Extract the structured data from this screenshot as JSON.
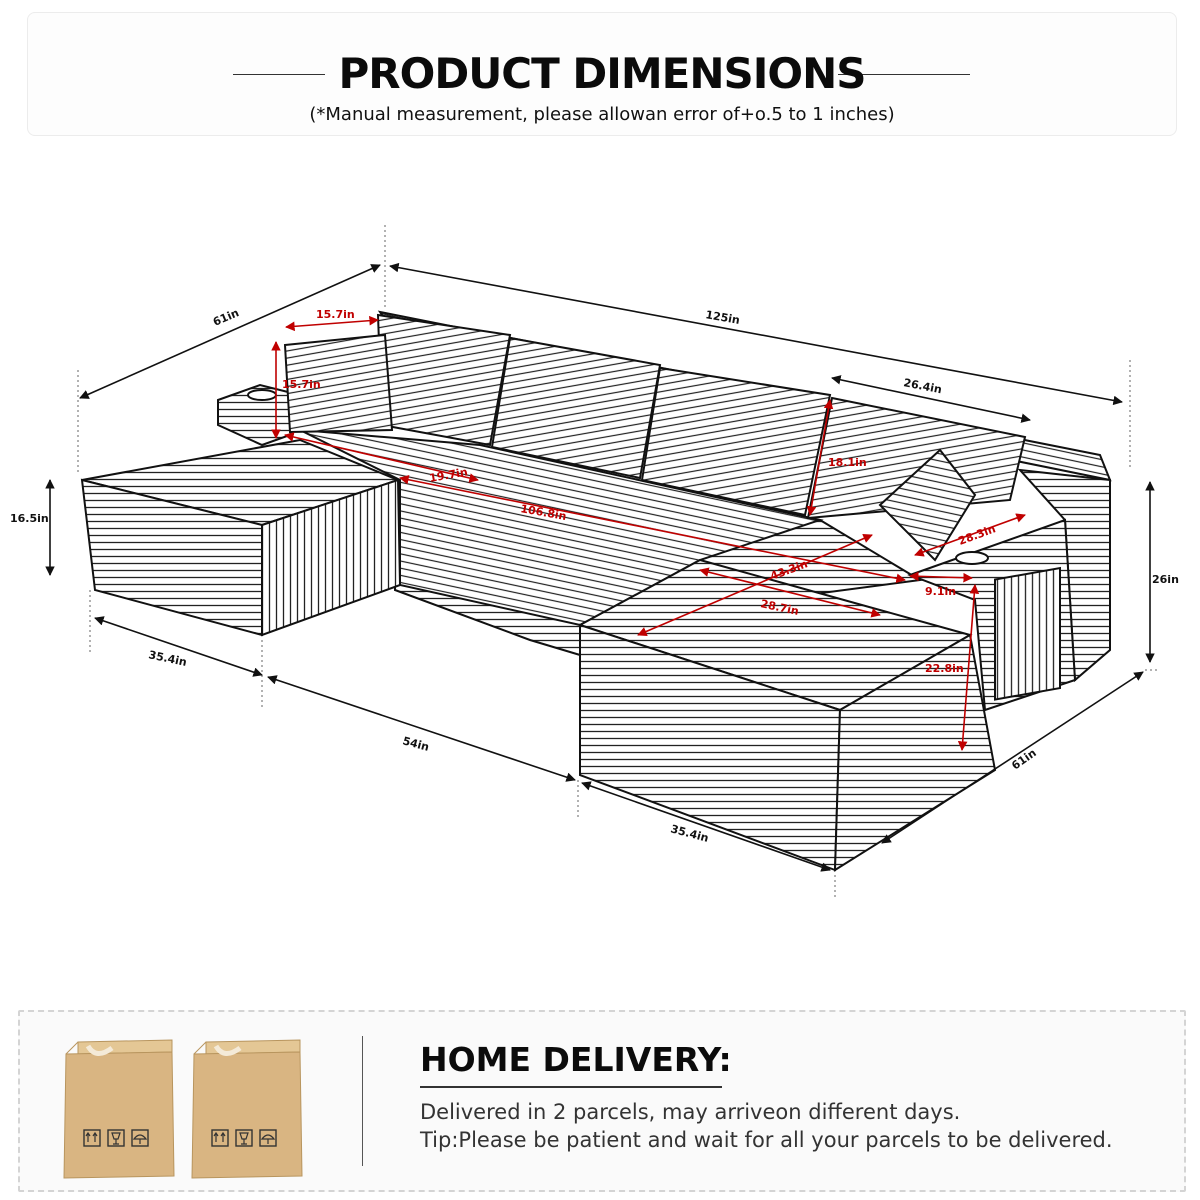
{
  "header": {
    "title": "PRODUCT DIMENSIONS",
    "subtitle": "(*Manual measurement, please allowan error of+o.5 to 1 inches)"
  },
  "dimensions": {
    "depth_left": "61in",
    "length_total": "125in",
    "armrest_top_width": "15.7in",
    "armrest_height": "15.7in",
    "pillow_width": "26.4in",
    "back_height": "18.1in",
    "seat_depth": "19.7in",
    "seat_length": "106.8in",
    "side_height": "16.5in",
    "chaise_depth": "28.3in",
    "chaise_diag": "43.3in",
    "console_width": "9.1in",
    "chaise_width": "28.7in",
    "total_height": "26in",
    "chaise_height": "22.8in",
    "bottom_left": "35.4in",
    "bottom_middle": "54in",
    "bottom_right": "35.4in",
    "depth_right": "61in"
  },
  "delivery": {
    "title": "HOME DELIVERY:",
    "line1": "Delivered in 2 parcels, may arriveon different days.",
    "line2": "Tip:Please be patient and wait for all your parcels to be delivered."
  },
  "colors": {
    "accent": "#c00000",
    "box": "#d9b582"
  },
  "icons": [
    "sofa-diagram",
    "cardboard-box-icon",
    "this-way-up-icon",
    "fragile-icon",
    "keep-dry-icon"
  ]
}
